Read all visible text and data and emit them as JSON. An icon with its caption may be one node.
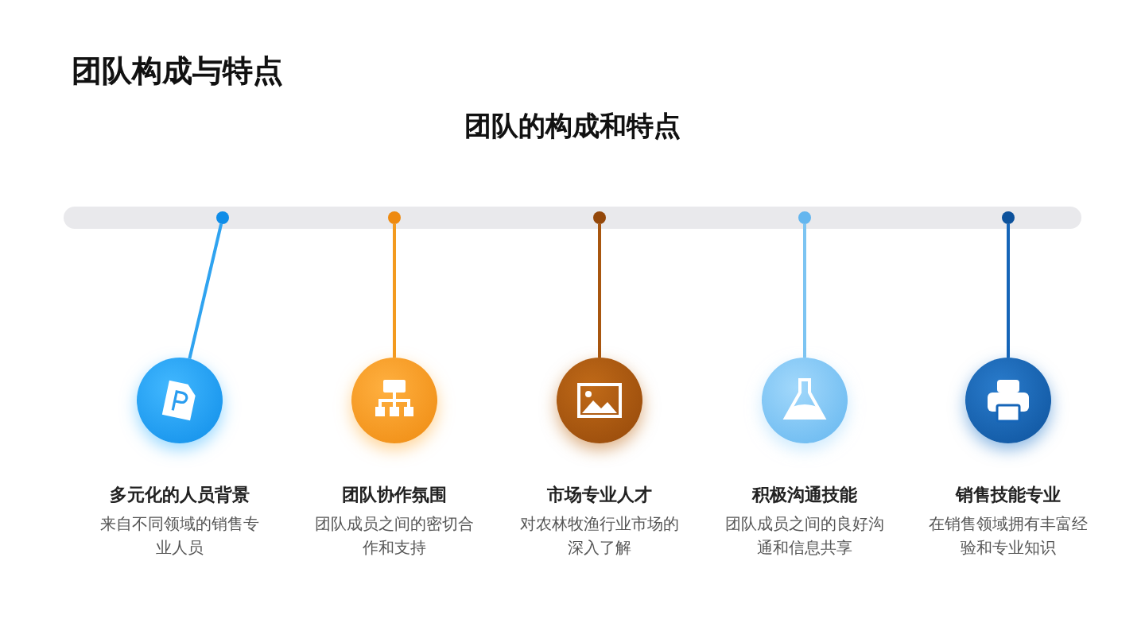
{
  "diagram": {
    "title": "团队构成与特点",
    "caption": "团队的构成和特点",
    "nodes": [
      {
        "text": [],
        "shape": "circle"
      },
      {
        "text": [],
        "shape": "circle"
      },
      {
        "text": [],
        "shape": "circle"
      },
      {
        "text": [],
        "shape": "circle"
      },
      {
        "text": [],
        "shape": "circle"
      },
      {
        "text": [],
        "shape": "circle",
        "beside": [
          "多元化的人员背景",
          "来自不同领域的销售专业人员"
        ]
      },
      {
        "text": [],
        "shape": "circle",
        "beside": [
          "团队协作氛围",
          "团队成员之间的密切合作和支持"
        ]
      },
      {
        "text": [],
        "shape": "circle",
        "beside": [
          "市场专业人才",
          "对农林牧渔行业市场的深入了解"
        ]
      },
      {
        "text": [],
        "shape": "circle",
        "beside": [
          "积极沟通技能",
          "团队成员之间的良好沟通和信息共享"
        ]
      },
      {
        "text": [],
        "shape": "circle",
        "beside": [
          "销售技能专业",
          "在销售领域拥有丰富经验和专业知识"
        ]
      }
    ],
    "edges": [
      {
        "from": 0,
        "to": 5,
        "arrow": "none",
        "color": "#2fa3f0"
      },
      {
        "from": 1,
        "to": 6,
        "arrow": "none",
        "color": "#f39a1e"
      },
      {
        "from": 2,
        "to": 7,
        "arrow": "none",
        "color": "#a8560f"
      },
      {
        "from": 3,
        "to": 8,
        "arrow": "none",
        "color": "#7cc4f2"
      },
      {
        "from": 4,
        "to": 9,
        "arrow": "none",
        "color": "#1565b8"
      }
    ]
  }
}
